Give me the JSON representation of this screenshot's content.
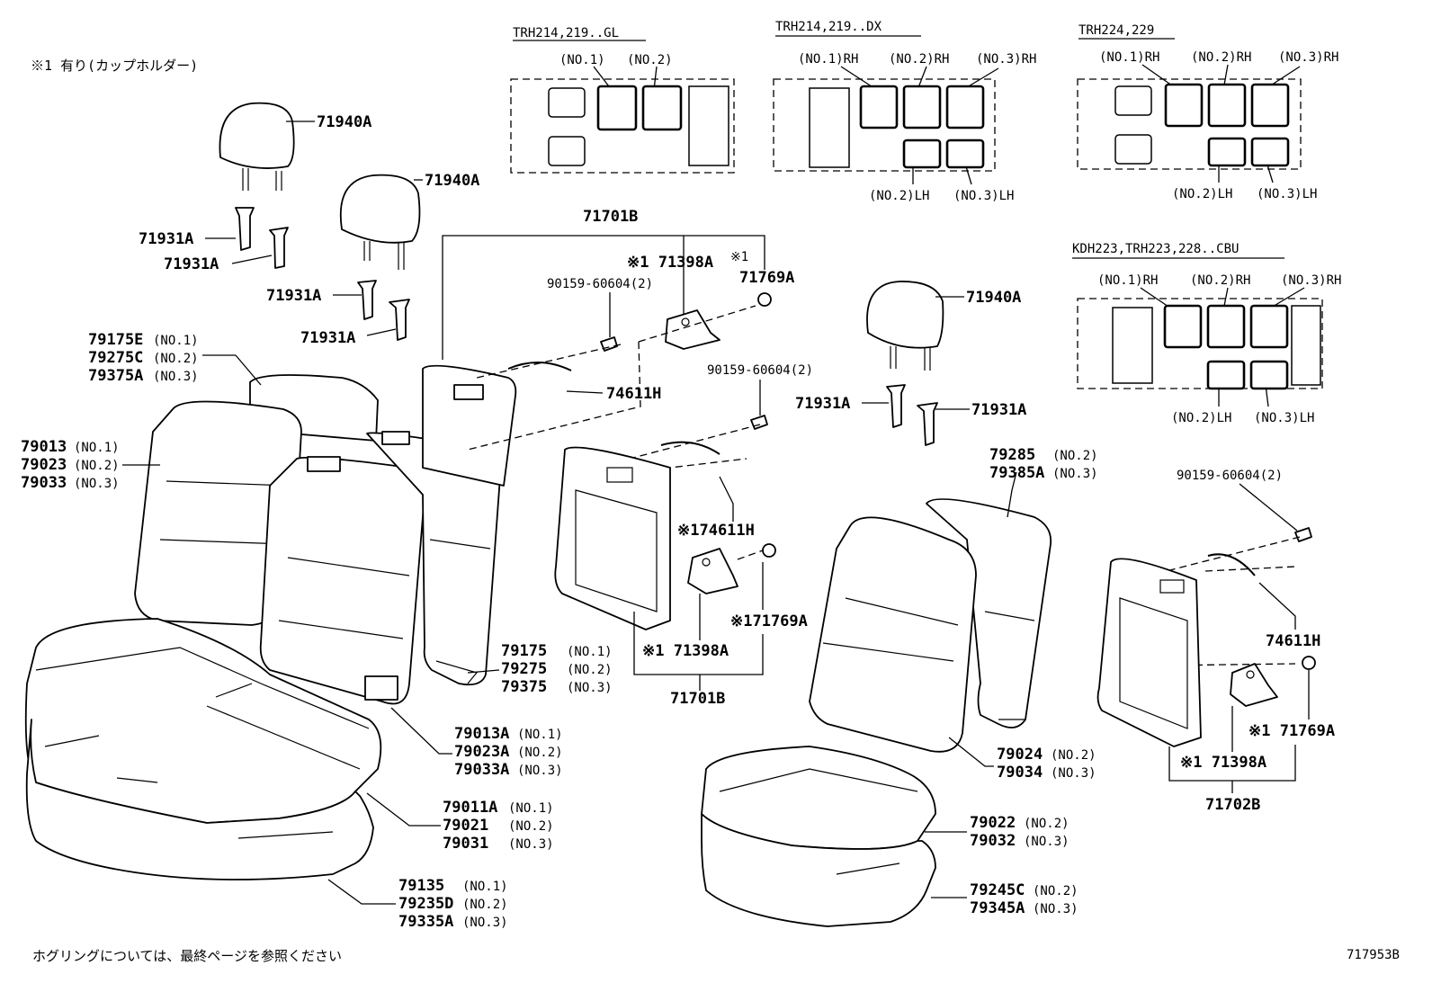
{
  "notes": {
    "top_left": "※1 有り(カップホルダー)",
    "bottom_left": "ホグリングについては、最終ページを参照ください",
    "figure_id": "717953B"
  },
  "layouts": [
    {
      "title": "TRH214,219..GL",
      "labels": [
        "(NO.1)",
        "(NO.2)"
      ]
    },
    {
      "title": "TRH214,219..DX",
      "labels": [
        "(NO.1)RH",
        "(NO.2)RH",
        "(NO.3)RH",
        "(NO.2)LH",
        "(NO.3)LH"
      ]
    },
    {
      "title": "TRH224,229",
      "labels": [
        "(NO.1)RH",
        "(NO.2)RH",
        "(NO.3)RH",
        "(NO.2)LH",
        "(NO.3)LH"
      ]
    },
    {
      "title": "KDH223,TRH223,228..CBU",
      "labels": [
        "(NO.1)RH",
        "(NO.2)RH",
        "(NO.3)RH",
        "(NO.2)LH",
        "(NO.3)LH"
      ]
    }
  ],
  "parts": {
    "headrest_a": "71940A",
    "headrest_b": "71940A",
    "headrest_c": "71940A",
    "guide_1": "71931A",
    "guide_2": "71931A",
    "guide_3": "71931A",
    "guide_4": "71931A",
    "guide_5": "71931A",
    "guide_6": "71931A",
    "frame_top": "71701B",
    "frame_bottom": "71701B",
    "frame_right": "71702B",
    "bolt_1": "90159-60604(2)",
    "bolt_2": "90159-60604(2)",
    "bolt_3": "90159-60604(2)",
    "hinge_1": "※1 71398A",
    "hinge_2": "※1 71398A",
    "hinge_3": "※1 71398A",
    "hook_1_mark": "※1",
    "hook_1": "71769A",
    "hook_2": "※171769A",
    "hook_3": "※1 71769A",
    "grip_1": "74611H",
    "grip_2": "※174611H",
    "grip_3": "74611H"
  },
  "groups": {
    "g1": [
      {
        "num": "79175E",
        "sfx": "(NO.1)"
      },
      {
        "num": "79275C",
        "sfx": "(NO.2)"
      },
      {
        "num": "79375A",
        "sfx": "(NO.3)"
      }
    ],
    "g2": [
      {
        "num": "79013",
        "sfx": "(NO.1)"
      },
      {
        "num": "79023",
        "sfx": "(NO.2)"
      },
      {
        "num": "79033",
        "sfx": "(NO.3)"
      }
    ],
    "g3": [
      {
        "num": "79175",
        "sfx": "(NO.1)"
      },
      {
        "num": "79275",
        "sfx": "(NO.2)"
      },
      {
        "num": "79375",
        "sfx": "(NO.3)"
      }
    ],
    "g4": [
      {
        "num": "79013A",
        "sfx": "(NO.1)"
      },
      {
        "num": "79023A",
        "sfx": "(NO.2)"
      },
      {
        "num": "79033A",
        "sfx": "(NO.3)"
      }
    ],
    "g5": [
      {
        "num": "79011A",
        "sfx": "(NO.1)"
      },
      {
        "num": "79021",
        "sfx": "(NO.2)"
      },
      {
        "num": "79031",
        "sfx": "(NO.3)"
      }
    ],
    "g6": [
      {
        "num": "79135",
        "sfx": "(NO.1)"
      },
      {
        "num": "79235D",
        "sfx": "(NO.2)"
      },
      {
        "num": "79335A",
        "sfx": "(NO.3)"
      }
    ],
    "g7": [
      {
        "num": "79285",
        "sfx": "(NO.2)"
      },
      {
        "num": "79385A",
        "sfx": "(NO.3)"
      }
    ],
    "g8": [
      {
        "num": "79024",
        "sfx": "(NO.2)"
      },
      {
        "num": "79034",
        "sfx": "(NO.3)"
      }
    ],
    "g9": [
      {
        "num": "79022",
        "sfx": "(NO.2)"
      },
      {
        "num": "79032",
        "sfx": "(NO.3)"
      }
    ],
    "g10": [
      {
        "num": "79245C",
        "sfx": "(NO.2)"
      },
      {
        "num": "79345A",
        "sfx": "(NO.3)"
      }
    ]
  }
}
